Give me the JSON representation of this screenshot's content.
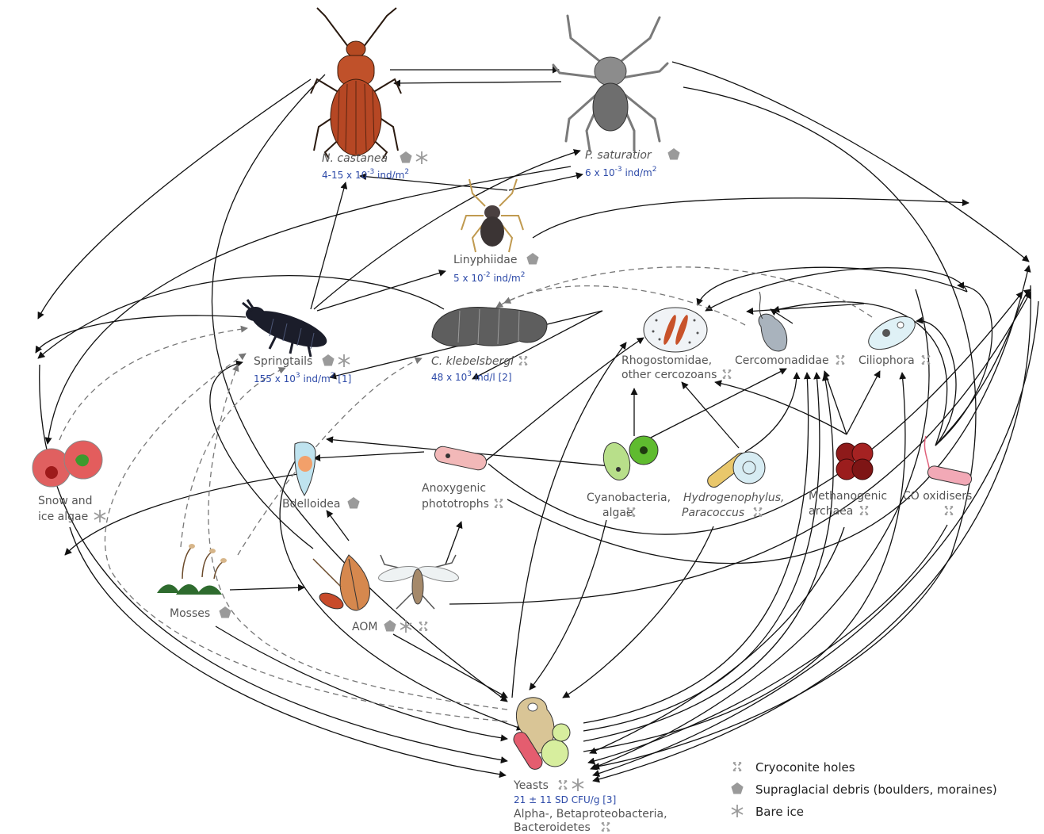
{
  "nodes": {
    "n_castanea": {
      "name": "N. castanea",
      "density": "4-15 x 10",
      "exp": "-3",
      "unit": " ind/m",
      "unit_exp": "2"
    },
    "p_saturatior": {
      "name": "P. saturatior",
      "density": "6 x 10",
      "exp": "-3",
      "unit": " ind/m",
      "unit_exp": "2"
    },
    "linyphiidae": {
      "name": "Linyphiidae",
      "density": "5 x 10",
      "exp": "-2",
      "unit": " ind/m",
      "unit_exp": "2"
    },
    "springtails": {
      "name": "Springtails",
      "density": "155 x 10",
      "exp": "3",
      "unit": " ind/m",
      "unit_exp": "2",
      "ref": " [1]"
    },
    "c_klebelsbergi": {
      "name": "C. klebelsbergi",
      "density": "48 x 10",
      "exp": "3",
      "unit": " ind/l [2]"
    },
    "rhogostomidae": {
      "line1": "Rhogostomidae,",
      "line2": "other cercozoans"
    },
    "cercomonadidae": {
      "name": "Cercomonadidae"
    },
    "ciliophora": {
      "name": "Ciliophora"
    },
    "snow_algae": {
      "line1": "Snow and",
      "line2": "ice algae"
    },
    "bdelloidea": {
      "name": "Bdelloidea"
    },
    "anoxygenic": {
      "line1": "Anoxygenic",
      "line2": "phototrophs"
    },
    "cyanobacteria": {
      "line1": "Cyanobacteria,",
      "line2": "algae"
    },
    "hydrogenophylus": {
      "line1": "Hydrogenophylus,",
      "line2": "Paracoccus"
    },
    "methanogenic": {
      "line1": "Methanogenic",
      "line2": "archaea"
    },
    "co_oxidisers": {
      "name": "CO oxidisers"
    },
    "mosses": {
      "name": "Mosses"
    },
    "aom": {
      "name": "AOM"
    },
    "yeasts": {
      "name": "Yeasts",
      "density": "21 ± 11 SD CFU/g [3]",
      "line2": "Alpha-, Betaproteobacteria,",
      "line3": "Bacteroidetes"
    }
  },
  "legend": [
    {
      "icon": "cryoconite-icon",
      "label": "Cryoconite holes"
    },
    {
      "icon": "pentagon-icon",
      "label": "Supraglacial debris (boulders, moraines)"
    },
    {
      "icon": "asterisk-icon",
      "label": "Bare ice"
    }
  ],
  "colors": {
    "arrow": "#111111",
    "dashed_arrow": "#777777",
    "label": "#555555",
    "density": "#2d4aa8",
    "habitat_icon": "#9a9a9a"
  }
}
